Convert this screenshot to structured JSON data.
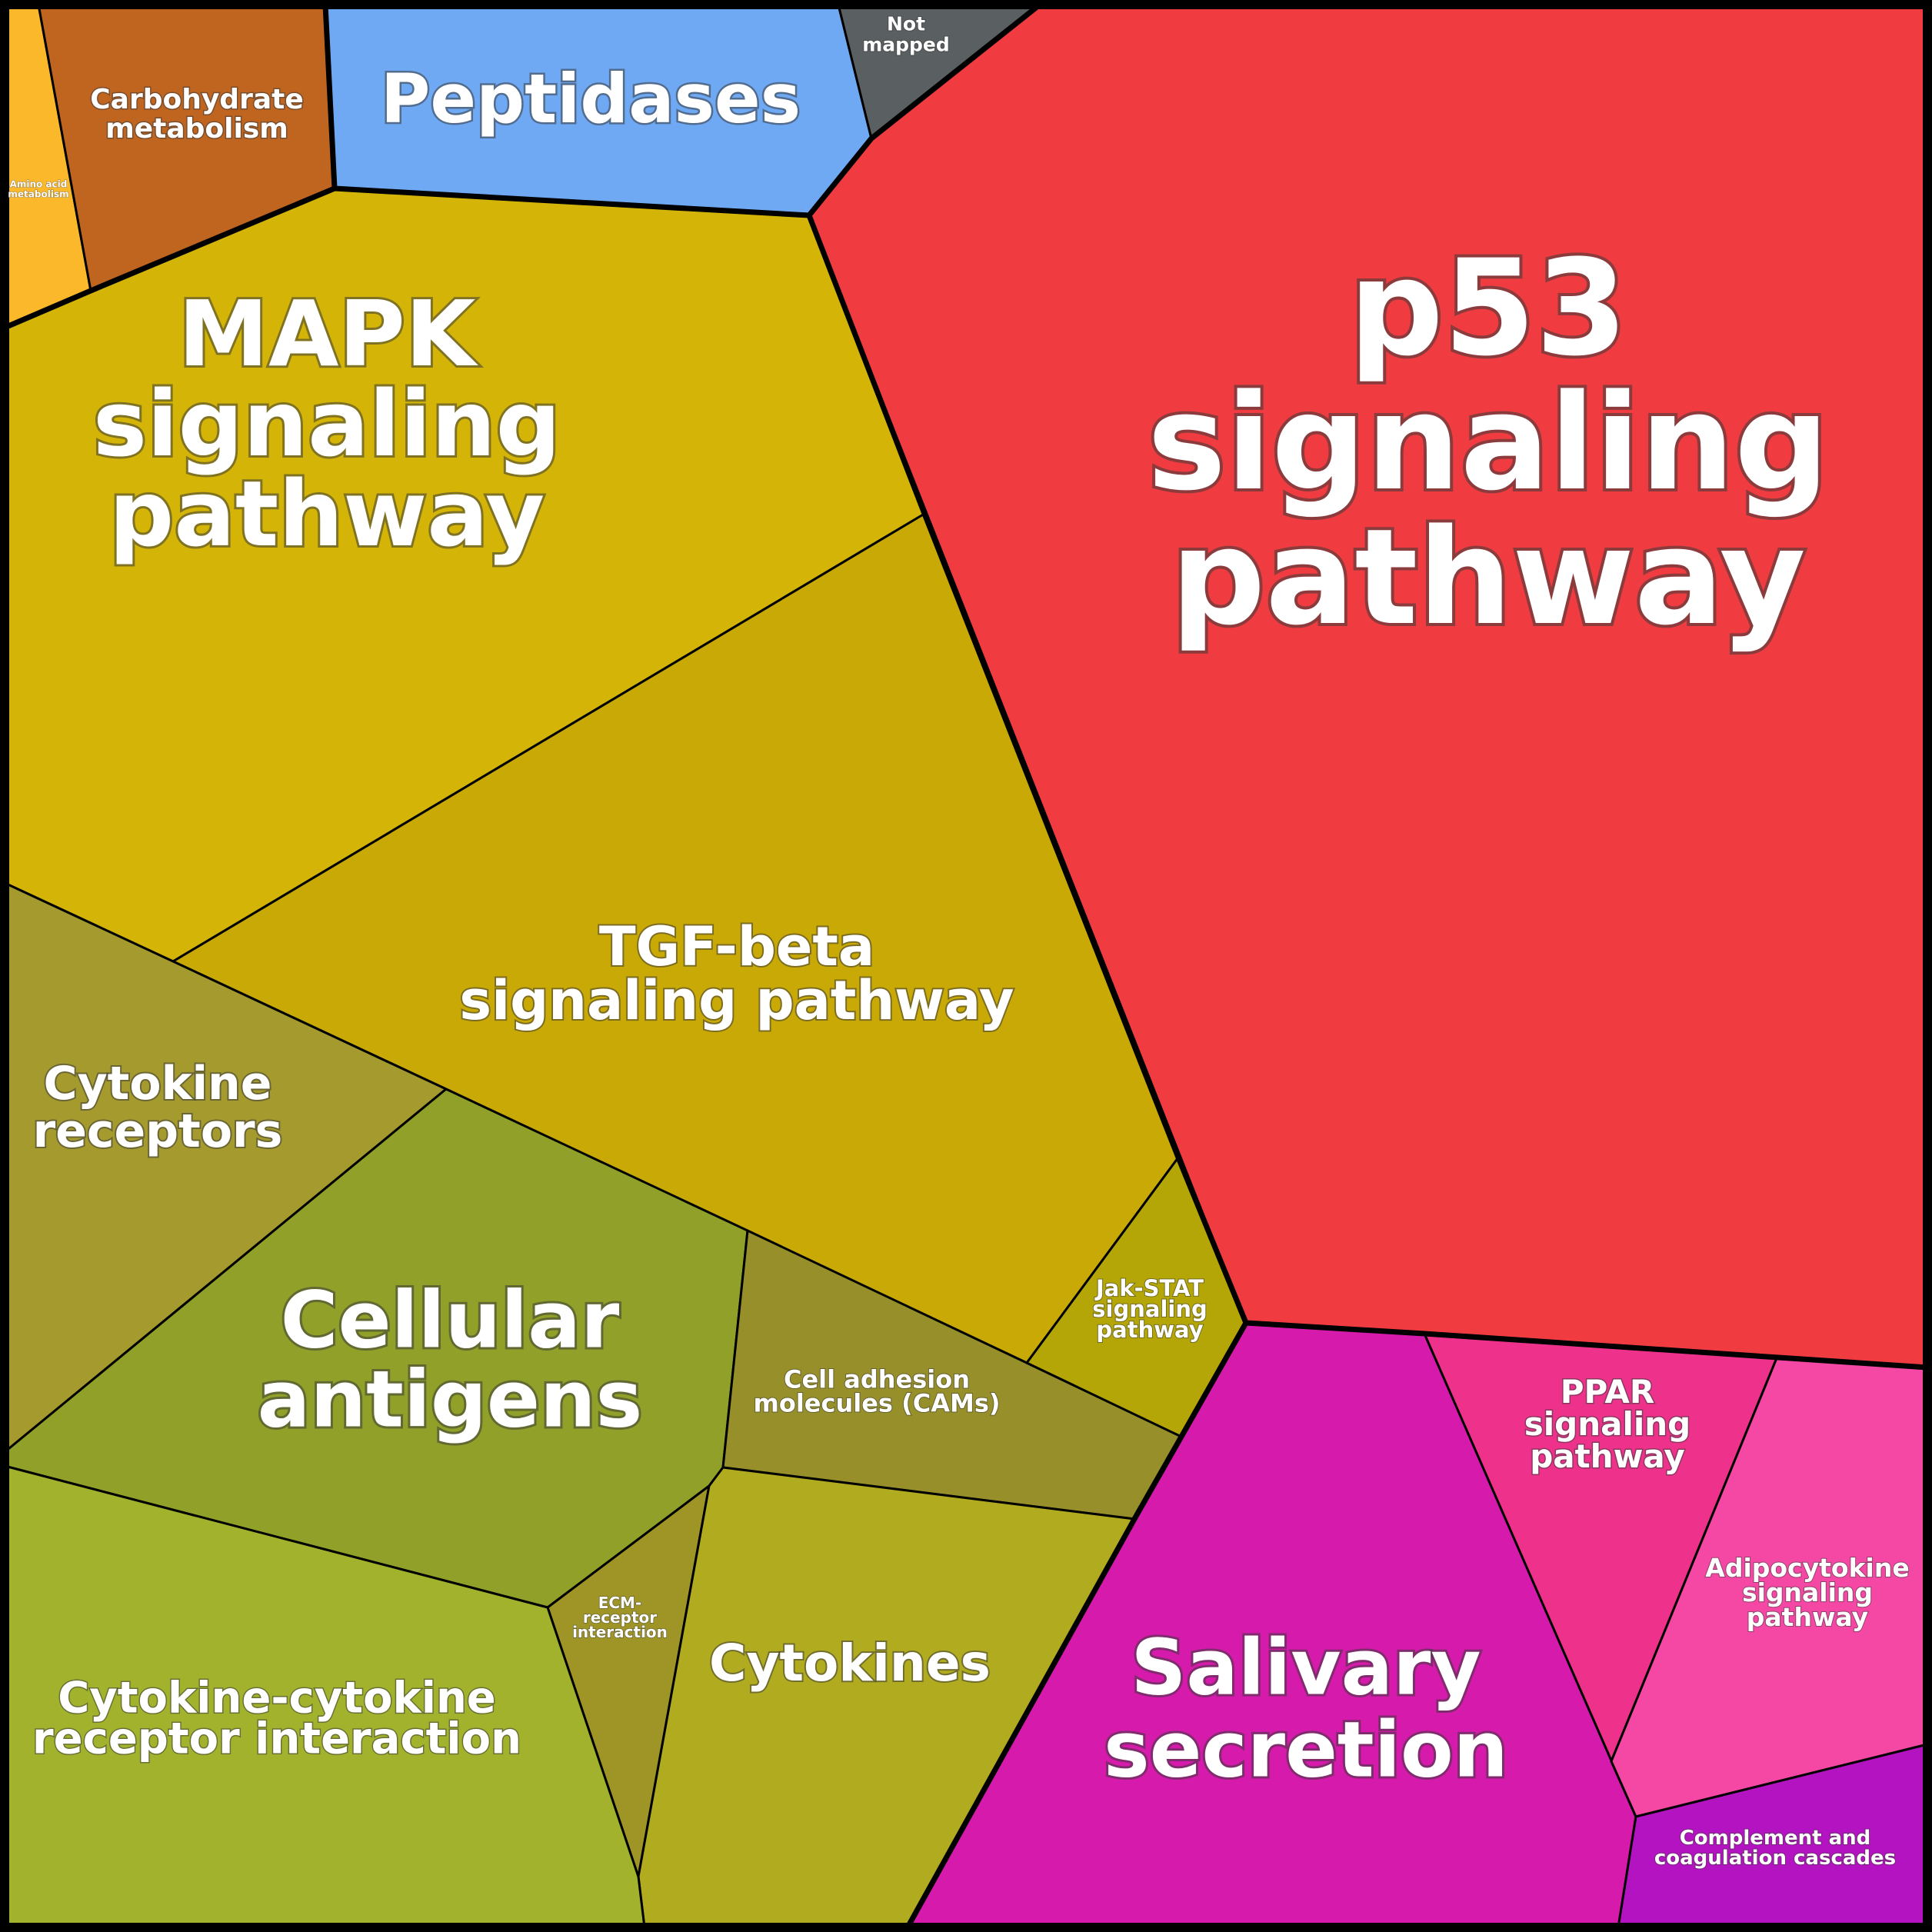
{
  "cells": {
    "amino_acid": {
      "lines": [
        "Amino acid",
        "metabolism"
      ],
      "color": "#fbb82a"
    },
    "carbohydrate": {
      "lines": [
        "Carbohydrate",
        "metabolism"
      ],
      "color": "#c0651f"
    },
    "peptidases": {
      "lines": [
        "Peptidases"
      ],
      "color": "#6fa9f4"
    },
    "not_mapped": {
      "lines": [
        "Not",
        "mapped"
      ],
      "color": "#5a5f62"
    },
    "p53": {
      "lines": [
        "p53",
        "signaling",
        "pathway"
      ],
      "color": "#f03c40"
    },
    "mapk": {
      "lines": [
        "MAPK",
        "signaling",
        "pathway"
      ],
      "color": "#d4b507"
    },
    "tgf_beta": {
      "lines": [
        "TGF-beta",
        "signaling pathway"
      ],
      "color": "#c9a906"
    },
    "cytokine_receptors": {
      "lines": [
        "Cytokine",
        "receptors"
      ],
      "color": "#a59a2d"
    },
    "cellular_antigens": {
      "lines": [
        "Cellular",
        "antigens"
      ],
      "color": "#90a028"
    },
    "cell_adhesion": {
      "lines": [
        "Cell adhesion",
        "molecules (CAMs)"
      ],
      "color": "#978f29"
    },
    "jak_stat": {
      "lines": [
        "Jak-STAT",
        "signaling",
        "pathway"
      ],
      "color": "#b3a606"
    },
    "ecm_receptor": {
      "lines": [
        "ECM-",
        "receptor",
        "interaction"
      ],
      "color": "#9f9527"
    },
    "cytokines": {
      "lines": [
        "Cytokines"
      ],
      "color": "#b1ab1f"
    },
    "cytokine_cytokine": {
      "lines": [
        "Cytokine-cytokine",
        "receptor interaction"
      ],
      "color": "#a2b22c"
    },
    "salivary": {
      "lines": [
        "Salivary",
        "secretion"
      ],
      "color": "#d61aab"
    },
    "ppar": {
      "lines": [
        "PPAR",
        "signaling",
        "pathway"
      ],
      "color": "#ee328c"
    },
    "adipocytokine": {
      "lines": [
        "Adipocytokine",
        "signaling",
        "pathway"
      ],
      "color": "#f548a4"
    },
    "complement": {
      "lines": [
        "Complement and",
        "coagulation cascades"
      ],
      "color": "#b313c0"
    }
  }
}
